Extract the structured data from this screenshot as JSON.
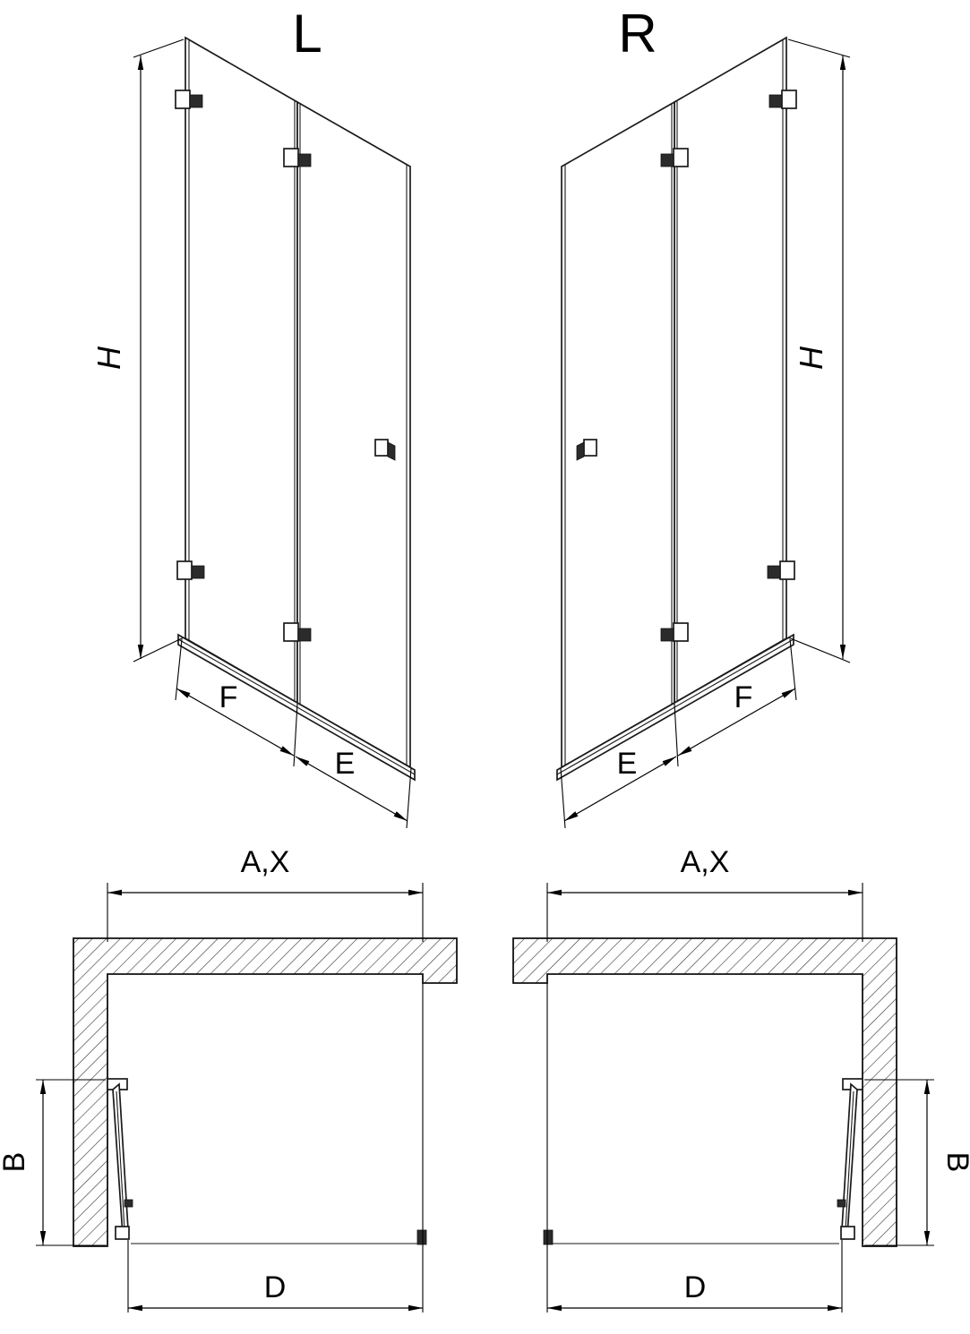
{
  "drawing": {
    "left_elevation": {
      "view_label": "L",
      "height_dim": "H",
      "panel_dim_f": "F",
      "panel_dim_e": "E"
    },
    "right_elevation": {
      "view_label": "R",
      "height_dim": "H",
      "panel_dim_f": "F",
      "panel_dim_e": "E"
    },
    "left_plan": {
      "width_dim": "A,X",
      "door_projection_dim": "B",
      "entry_width_dim": "D"
    },
    "right_plan": {
      "width_dim": "A,X",
      "door_projection_dim": "B",
      "entry_width_dim": "D"
    }
  }
}
